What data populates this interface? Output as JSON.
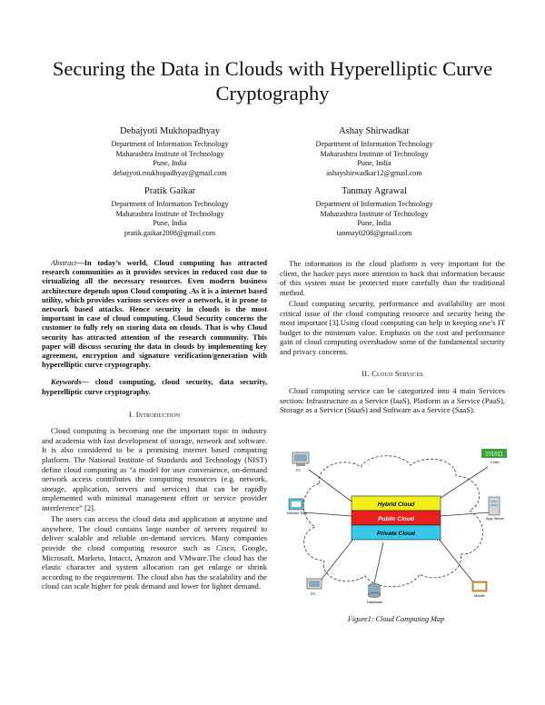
{
  "title": "Securing the Data in Clouds with Hyperelliptic Curve Cryptography",
  "authors": [
    {
      "name": "Debajyoti Mukhopadhyay",
      "dept": "Department of Information Technology",
      "inst": "Maharashtra Institute of Technology",
      "city": "Pune, India",
      "email": "debajyoti.mukhopadhyay@gmail.com"
    },
    {
      "name": "Ashay Shirwadkar",
      "dept": "Department of Information Technology",
      "inst": "Maharashtra Institute of Technology",
      "city": "Pune, India",
      "email": "ashayshirwadkar12@gmail.com"
    },
    {
      "name": "Pratik Gaikar",
      "dept": "Department of Information Technology",
      "inst": "Maharashtra Institute of Technology",
      "city": "Pune, India",
      "email": "pratik.gaikar2008@gmail.com"
    },
    {
      "name": "Tanmay Agrawal",
      "dept": "Department of Information Technology",
      "inst": "Maharashtra Institute of Technology",
      "city": "Pune, India",
      "email": "tanmay0208@gmail.com"
    }
  ],
  "abstract_label": "Abstract",
  "abstract": "—In today’s world, Cloud computing has attracted research communities as it provides services in reduced cost due to virtualizing all the necessary resources. Even modern business architecture depends upon Cloud computing .As it is a internet based utility, which provides various services over a network, it is prone to network based attacks. Hence security in clouds is the most important in case of cloud computing. Cloud Security concerns the customer to fully rely on storing data on clouds. That is why Cloud security has attracted attention of the research community. This paper will discuss securing the data in clouds by implementing key agreement, encryption and signature verification/generation with hyperelliptic curve cryptography.",
  "keywords_label": "Keywords—",
  "keywords": " cloud computing, cloud security, data security, hyperelliptic curve cryptography.",
  "section1": {
    "num": "I.",
    "title": "Introduction"
  },
  "intro_p1": "Cloud computing is becoming one the important topic in industry and academia with fast development of storage, network and software. It is also considered to be a promising internet based computing platform. The National Institute of Standards and Technology (NIST) define cloud computing as “a model for user convenience, on-demand network access contributes the computing resources (e.g. network, storage, application, servers and services) that can be rapidly implemented with minimal management effort or service provider interference” [2].",
  "intro_p2": "The users can access the cloud data and application at anytime and anywhere. The cloud contains large number of servers required to deliver scalable and reliable on-demand services. Many companies provide the cloud computing resource such as Cisco, Google, Microsoft, Marketo, Intacct, Amazon and VMware.The cloud has the elastic character and system allocation can get enlarge or shrink according to the requirement. The cloud also has the scalability and the cloud can scale higher for peak demand and lower for lighter demand.",
  "right_p1": "The information in the cloud platform is very important for the client, the hacker pays more attention to hack that information because of this system must be protected more carefully than the traditional method.",
  "right_p2": "Cloud computing security, performance and availability are most critical issue of the cloud computing resource and security being the most important [3].Using cloud computing can help in keeping one’s IT budget to the minimum value. Emphasis on the cost and performance gain of cloud computing overshadow some of the fundamental security and privacy concerns.",
  "section2": {
    "num": "II.",
    "title": "Cloud Services"
  },
  "services_p": "Cloud computing service can be categorized into 4 main Services section: Infrastructure as a Service (IaaS), Platform as a Service (PaaS), Storage as a Service (StaaS) and Software as a Service (SaaS).",
  "figure": {
    "layers": [
      "Hybrid Cloud",
      "Public Cloud",
      "Private Cloud"
    ],
    "layer_colors": [
      "#f2ee1a",
      "#e8201c",
      "#36c8e8"
    ],
    "code_text": "101011",
    "labels": [
      "PC",
      "Code",
      "Kitchen Sink",
      "App Server",
      "PC",
      "Database",
      "Mobile"
    ]
  },
  "caption": "Figure1: Cloud Computing Map"
}
